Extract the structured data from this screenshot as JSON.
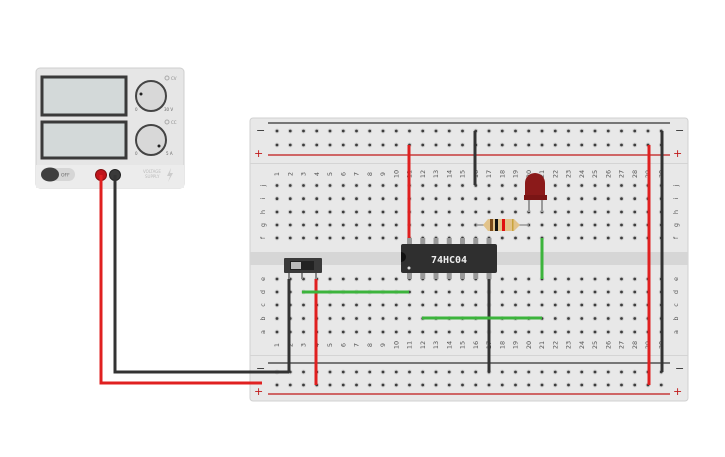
{
  "power_supply": {
    "voltage_min": "0",
    "voltage_max": "30 V",
    "current_min": "0",
    "current_max": "5 A",
    "cv_label": "CV",
    "cc_label": "CC",
    "power_switch_label": "OFF",
    "brand_line1": "VOLTAGE",
    "brand_line2": "SUPPLY"
  },
  "breadboard": {
    "rail_minus": "−",
    "rail_plus": "+",
    "columns": [
      "1",
      "2",
      "3",
      "4",
      "5",
      "6",
      "7",
      "8",
      "9",
      "10",
      "11",
      "12",
      "13",
      "14",
      "15",
      "16",
      "17",
      "18",
      "19",
      "20",
      "21",
      "22",
      "23",
      "24",
      "25",
      "26",
      "27",
      "28",
      "29",
      "30"
    ],
    "top_rows": [
      "j",
      "i",
      "h",
      "g",
      "f"
    ],
    "bottom_rows": [
      "e",
      "d",
      "c",
      "b",
      "a"
    ]
  },
  "ic": {
    "label": "74HC04"
  },
  "colors": {
    "wire_red": "#e02020",
    "wire_black": "#333333",
    "wire_green": "#3cb43c",
    "led": "#8b1a1a"
  }
}
